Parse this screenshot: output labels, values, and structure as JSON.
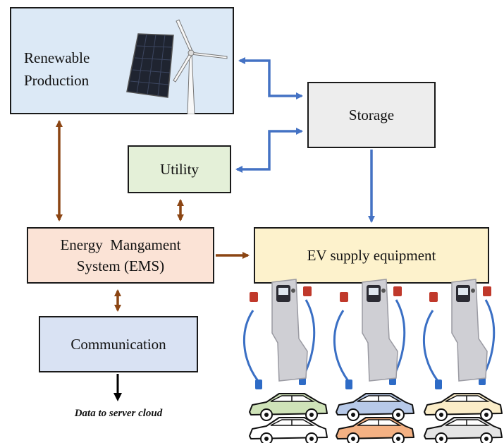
{
  "renewable": {
    "line1": "Renewable",
    "line2": "Production"
  },
  "storage": {
    "label": "Storage"
  },
  "utility": {
    "label": "Utility"
  },
  "ems": {
    "line1": "Energy  Mangament",
    "line2": "System (EMS)"
  },
  "evse": {
    "label": "EV supply equipment"
  },
  "communication": {
    "label": "Communication"
  },
  "cloud": {
    "label": "Data to server cloud"
  },
  "colors": {
    "brown": "#8b4513",
    "blue": "#4472c4",
    "black": "#000000"
  },
  "cars": {
    "row1_colors": [
      "#cfe3b8",
      "#b7c9e8",
      "#fbedc8"
    ],
    "row2_colors": [
      "#ffffff",
      "#f4b183",
      "#e4e4e4"
    ]
  }
}
